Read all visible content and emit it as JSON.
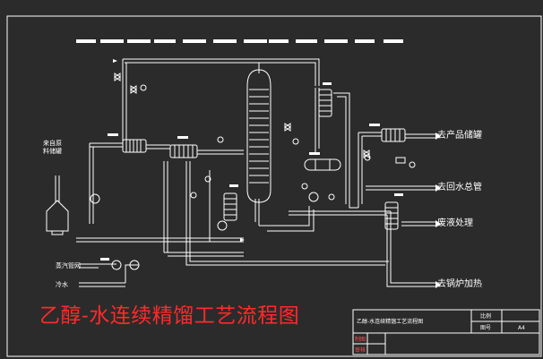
{
  "diagram_title": "乙醇-水连续精馏工艺流程图",
  "feed_tank_label_line1": "来自原",
  "feed_tank_label_line2": "料储罐",
  "outlets": {
    "product": "去产品储罐",
    "water_return": "去回水总管",
    "waste": "废液处理",
    "boiler": "去锅炉加热"
  },
  "utility_inlets": [
    "蒸汽管网",
    "冷水"
  ],
  "title_block": {
    "name": "乙醇-水连续精馏工艺流程图",
    "scale_label": "比例",
    "drawing_no_label": "图号",
    "sheet_size": "A4",
    "drawn_label": "制图",
    "checked_label": "审核"
  },
  "colors": {
    "background": "#2b2b2b",
    "lines": "#ffffff",
    "title": "#ff2a2a"
  }
}
